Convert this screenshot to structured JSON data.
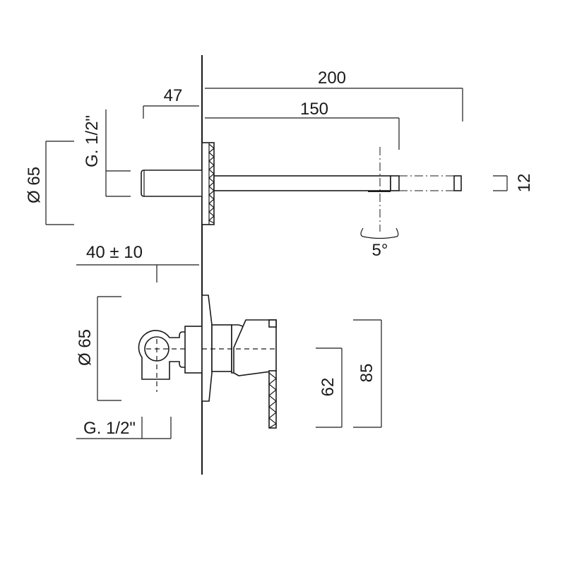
{
  "title": "Wall-mounted basin mixer technical drawing",
  "spout_view": {
    "dim_total_projection": "200",
    "dim_spout_outlet": "150",
    "dim_rear_projection": "47",
    "dim_connection_thread": "G. 1/2\"",
    "dim_plate_diameter": "Ø 65",
    "dim_spout_height": "12",
    "dim_swivel_angle": "5°"
  },
  "mixer_view": {
    "dim_wall_depth": "40 ± 10",
    "dim_plate_diameter": "Ø 65",
    "dim_connection_thread": "G. 1/2\"",
    "dim_lever_height_62": "62",
    "dim_lever_height_85": "85"
  },
  "colors": {
    "line": "#1a1a1a",
    "background": "#ffffff"
  }
}
